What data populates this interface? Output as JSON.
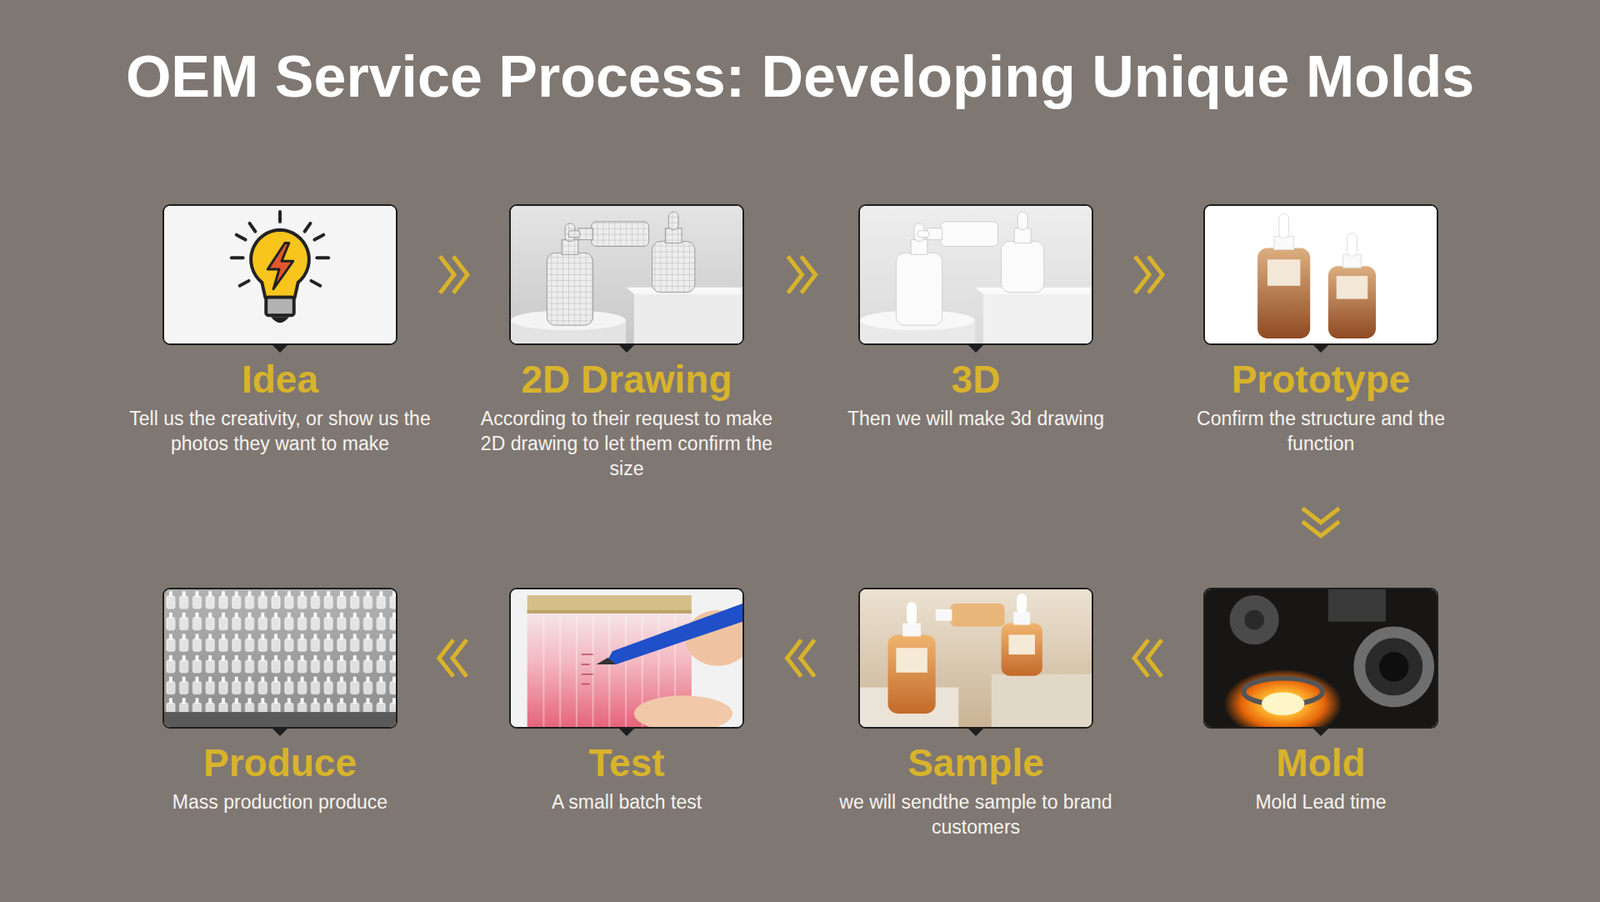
{
  "diagram": {
    "title": "OEM Service Process: Developing Unique Molds",
    "nodes": [
      {
        "text": [
          "Idea",
          "Tell us the creativity, or show us the photos they want to make"
        ]
      },
      {
        "text": [
          "2D Drawing",
          "According to their request to make 2D drawing to let them confirm the size"
        ]
      },
      {
        "text": [
          "3D",
          "Then we will make 3d drawing"
        ]
      },
      {
        "text": [
          "Prototype",
          "Confirm the structure and the function"
        ]
      },
      {
        "text": [
          "Mold",
          "Mold Lead time"
        ]
      },
      {
        "text": [
          "Sample",
          "we will sendthe sample to brand customers"
        ]
      },
      {
        "text": [
          "Test",
          "A small batch test"
        ]
      },
      {
        "text": [
          "Produce",
          "Mass production produce"
        ]
      }
    ],
    "edges": [
      {
        "from": 0,
        "to": 1,
        "arrow": "to"
      },
      {
        "from": 1,
        "to": 2,
        "arrow": "to"
      },
      {
        "from": 2,
        "to": 3,
        "arrow": "to"
      },
      {
        "from": 3,
        "to": 4,
        "arrow": "to"
      },
      {
        "from": 4,
        "to": 5,
        "arrow": "to"
      },
      {
        "from": 5,
        "to": 6,
        "arrow": "to"
      },
      {
        "from": 6,
        "to": 7,
        "arrow": "to"
      }
    ]
  }
}
